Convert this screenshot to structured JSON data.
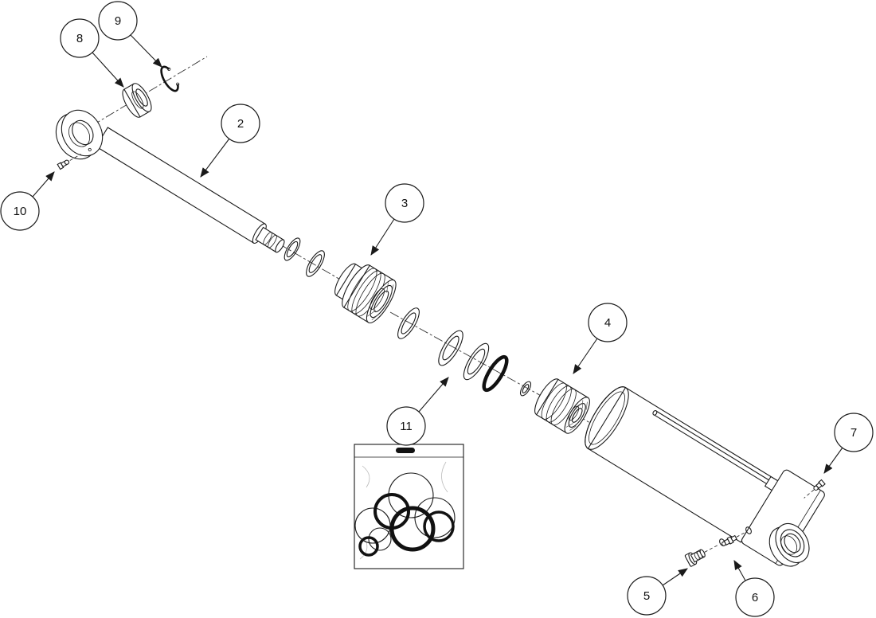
{
  "figure": {
    "type": "exploded-parts-diagram",
    "subject": "hydraulic-cylinder",
    "background_color": "#ffffff",
    "line_color": "#1a1a1a"
  },
  "callouts": [
    {
      "label": "2"
    },
    {
      "label": "3"
    },
    {
      "label": "4"
    },
    {
      "label": "5"
    },
    {
      "label": "6"
    },
    {
      "label": "7"
    },
    {
      "label": "8"
    },
    {
      "label": "9"
    },
    {
      "label": "10"
    },
    {
      "label": "11"
    }
  ]
}
